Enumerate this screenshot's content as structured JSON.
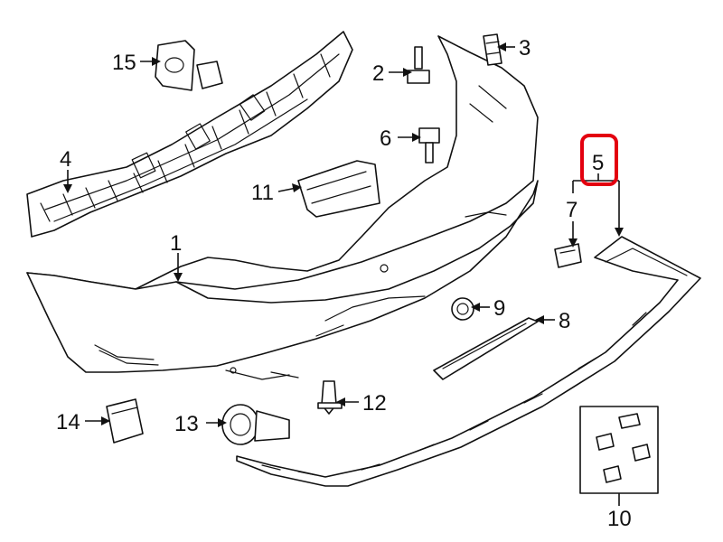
{
  "callouts": {
    "c1": "1",
    "c2": "2",
    "c3": "3",
    "c4": "4",
    "c5": "5",
    "c6": "6",
    "c7": "7",
    "c8": "8",
    "c9": "9",
    "c10": "10",
    "c11": "11",
    "c12": "12",
    "c13": "13",
    "c14": "14",
    "c15": "15"
  },
  "highlighted_callout": "5",
  "colors": {
    "line": "#111111",
    "highlight": "#e3000f",
    "background": "#ffffff"
  }
}
